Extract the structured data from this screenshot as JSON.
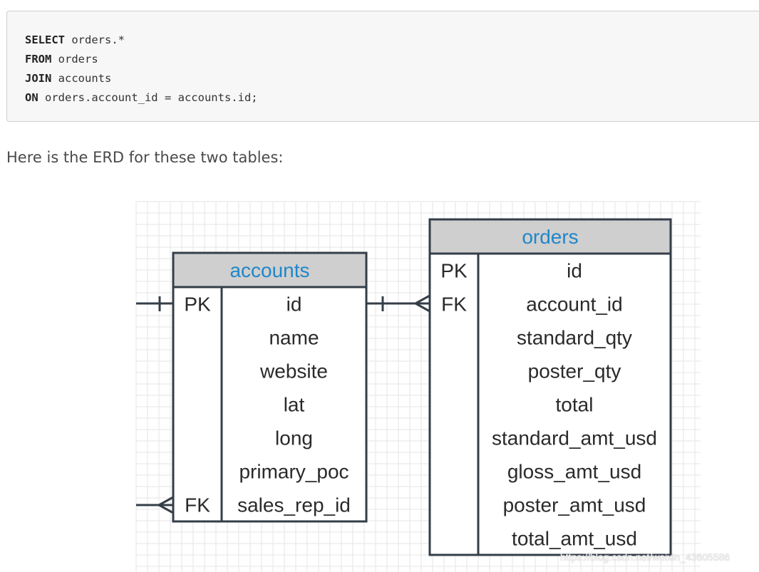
{
  "code": {
    "lines": [
      {
        "keyword": "SELECT",
        "rest": " orders.*"
      },
      {
        "keyword": "FROM",
        "rest": " orders"
      },
      {
        "keyword": "JOIN",
        "rest": " accounts"
      },
      {
        "keyword": "ON",
        "rest": " orders.account_id = accounts.id;"
      }
    ]
  },
  "intro_text": "Here is the ERD for these two tables:",
  "erd": {
    "accounts": {
      "title": "accounts",
      "rows": [
        {
          "key": "PK",
          "field": "id"
        },
        {
          "key": "",
          "field": "name"
        },
        {
          "key": "",
          "field": "website"
        },
        {
          "key": "",
          "field": "lat"
        },
        {
          "key": "",
          "field": "long"
        },
        {
          "key": "",
          "field": "primary_poc"
        },
        {
          "key": "FK",
          "field": "sales_rep_id"
        }
      ]
    },
    "orders": {
      "title": "orders",
      "rows": [
        {
          "key": "PK",
          "field": "id"
        },
        {
          "key": "FK",
          "field": "account_id"
        },
        {
          "key": "",
          "field": "standard_qty"
        },
        {
          "key": "",
          "field": "poster_qty"
        },
        {
          "key": "",
          "field": "total"
        },
        {
          "key": "",
          "field": "standard_amt_usd"
        },
        {
          "key": "",
          "field": "gloss_amt_usd"
        },
        {
          "key": "",
          "field": "poster_amt_usd"
        },
        {
          "key": "",
          "field": "total_amt_usd"
        }
      ]
    },
    "colors": {
      "header_fill": "#cfcfcf",
      "title_text": "#1f87c9",
      "border": "#343e48",
      "grid": "#e6e6e6"
    }
  },
  "watermark": "https://blog.csdn.net/weixin_43605586"
}
